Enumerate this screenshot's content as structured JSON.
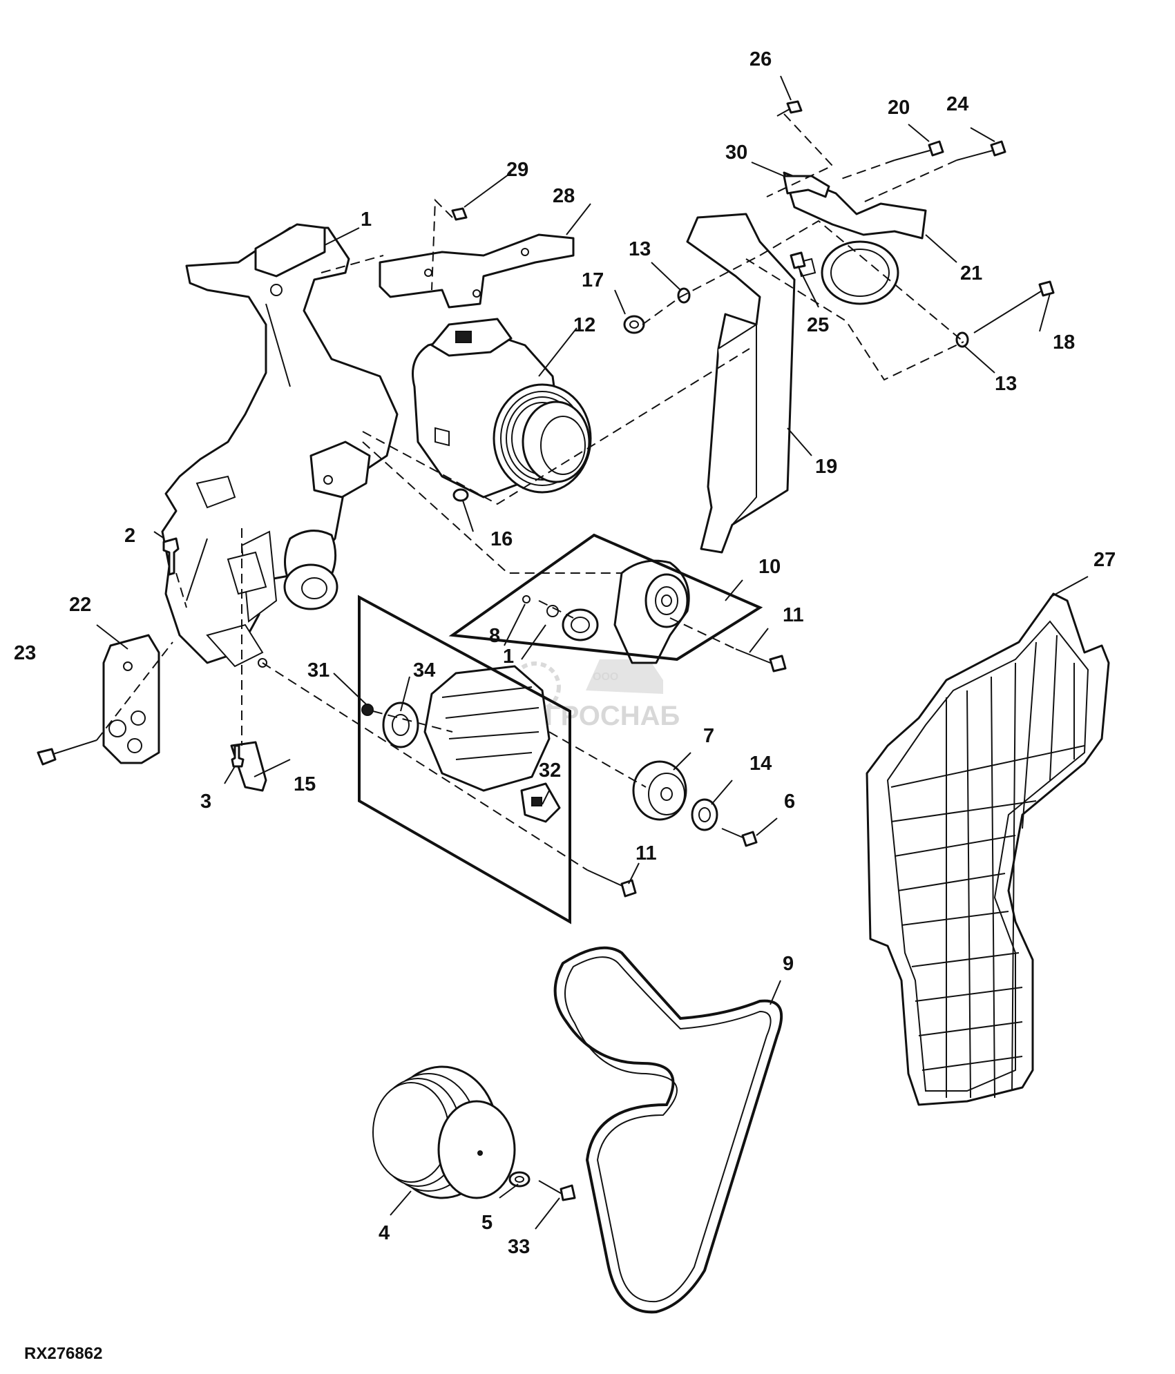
{
  "diagram": {
    "figure_id": "RX276862",
    "callouts": [
      "1",
      "2",
      "3",
      "4",
      "5",
      "6",
      "7",
      "8",
      "9",
      "10",
      "11",
      "12",
      "13",
      "14",
      "15",
      "16",
      "17",
      "18",
      "19",
      "20",
      "21",
      "22",
      "23",
      "24",
      "25",
      "26",
      "27",
      "28",
      "29",
      "30",
      "31",
      "32",
      "33",
      "34",
      "1",
      "11",
      "13"
    ],
    "watermark": {
      "prefix": "ООО",
      "brand": "АГРОСНАБ"
    }
  }
}
